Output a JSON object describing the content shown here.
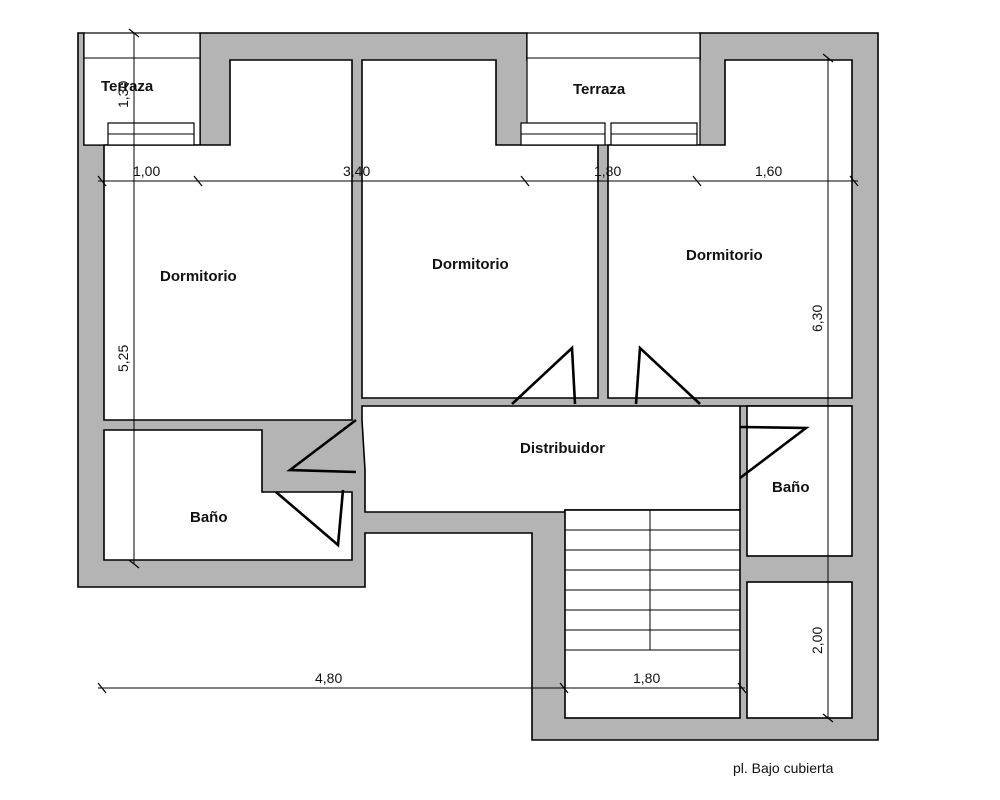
{
  "rooms": {
    "terrace_left": "Terraza",
    "terrace_center": "Terraza",
    "bedroom_left": "Dormitorio",
    "bedroom_center": "Dormitorio",
    "bedroom_right": "Dormitorio",
    "hall": "Distribuidor",
    "bath_left": "Baño",
    "bath_right": "Baño"
  },
  "dimensions": {
    "top_1": "1,00",
    "top_2": "3,40",
    "top_3": "1,80",
    "top_4": "1,60",
    "bottom_1": "4,80",
    "bottom_2": "1,80",
    "left_height": "5,25",
    "right_height": "6,30",
    "terrace_depth": "1,30",
    "right_lower": "2,00"
  },
  "caption": "pl. Bajo cubierta"
}
